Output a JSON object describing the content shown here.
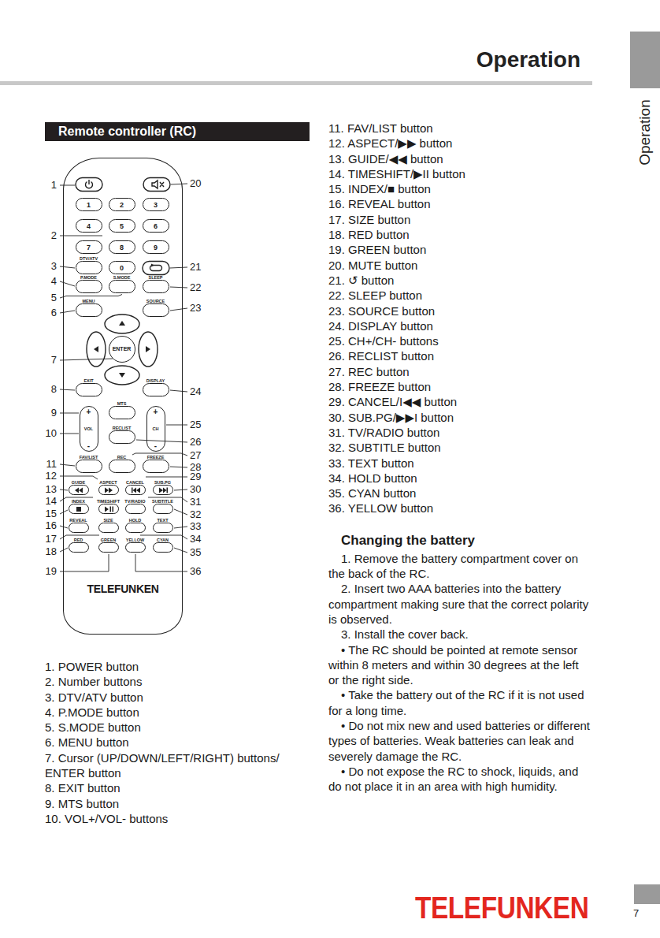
{
  "diagram": {
    "title": "Operation",
    "nodes": [
      {
        "text": [
          "Remote controller (RC)"
        ]
      },
      {
        "text": [
          "TELEFUNKEN"
        ]
      },
      {
        "text": [
          "1"
        ],
        "in": 1
      },
      {
        "text": [
          "2"
        ],
        "in": 1
      },
      {
        "text": [
          "3"
        ],
        "in": 1
      },
      {
        "text": [
          "4"
        ],
        "in": 1
      },
      {
        "text": [
          "5"
        ],
        "in": 1
      },
      {
        "text": [
          "6"
        ],
        "in": 1
      },
      {
        "text": [
          "7"
        ],
        "in": 1
      },
      {
        "text": [
          "8"
        ],
        "in": 1
      },
      {
        "text": [
          "9"
        ],
        "in": 1
      },
      {
        "text": [
          "DTV/ATV"
        ],
        "in": 1
      },
      {
        "text": [
          "0"
        ],
        "in": 1
      },
      {
        "text": [
          "P.MODE"
        ],
        "in": 1
      },
      {
        "text": [
          "S.MODE"
        ],
        "in": 1
      },
      {
        "text": [
          "SLEEP"
        ],
        "in": 1
      },
      {
        "text": [
          "MENU"
        ],
        "in": 1
      },
      {
        "text": [
          "SOURCE"
        ],
        "in": 1
      },
      {
        "text": [
          "ENTER"
        ],
        "in": 1
      },
      {
        "text": [
          "EXIT"
        ],
        "in": 1
      },
      {
        "text": [
          "DISPLAY"
        ],
        "in": 1
      },
      {
        "text": [
          "+",
          "VOL",
          "-"
        ],
        "in": 1
      },
      {
        "text": [
          "MTS"
        ],
        "in": 1
      },
      {
        "text": [
          "+",
          "CH",
          "-"
        ],
        "in": 1
      },
      {
        "text": [
          "RECLIST"
        ],
        "in": 1
      },
      {
        "text": [
          "FAV/LIST"
        ],
        "in": 1
      },
      {
        "text": [
          "REC"
        ],
        "in": 1
      },
      {
        "text": [
          "FREEZE"
        ],
        "in": 1
      },
      {
        "text": [
          "GUIDE"
        ],
        "in": 1
      },
      {
        "text": [
          "ASPECT"
        ],
        "in": 1
      },
      {
        "text": [
          "CANCEL"
        ],
        "in": 1
      },
      {
        "text": [
          "SUB.PG"
        ],
        "in": 1
      },
      {
        "text": [
          "INDEX"
        ],
        "in": 1
      },
      {
        "text": [
          "TIMESHIFT"
        ],
        "in": 1
      },
      {
        "text": [
          "TV/RADIO"
        ],
        "in": 1
      },
      {
        "text": [
          "SUBTITLE"
        ],
        "in": 1
      },
      {
        "text": [
          "REVEAL"
        ],
        "in": 1
      },
      {
        "text": [
          "SIZE"
        ],
        "in": 1
      },
      {
        "text": [
          "HOLD"
        ],
        "in": 1
      },
      {
        "text": [
          "TEXT"
        ],
        "in": 1
      },
      {
        "text": [
          "RED"
        ],
        "in": 1
      },
      {
        "text": [
          "GREEN"
        ],
        "in": 1
      },
      {
        "text": [
          "YELLOW"
        ],
        "in": 1
      },
      {
        "text": [
          "CYAN"
        ],
        "in": 1
      }
    ],
    "labels": [
      "1",
      "2",
      "3",
      "4",
      "5",
      "6",
      "7",
      "8",
      "9",
      "10",
      "11",
      "12",
      "13",
      "14",
      "15",
      "16",
      "17",
      "18",
      "19",
      "20",
      "21",
      "22",
      "23",
      "24",
      "25",
      "26",
      "27",
      "28",
      "29",
      "30",
      "31",
      "32",
      "33",
      "34",
      "35",
      "36",
      "1. POWER button",
      "2. Number buttons",
      "3. DTV/ATV button",
      "4. P.MODE button",
      "5. S.MODE button",
      "6. MENU button",
      "7. Cursor (UP/DOWN/LEFT/RIGHT) buttons/ ENTER button",
      "8. EXIT button",
      "9. MTS button",
      "10. VOL+/VOL- buttons",
      "11. FAV/LIST button",
      "12. ASPECT/▶▶ button",
      "13. GUIDE/◀◀ button",
      "14. TIMESHIFT/▶II button",
      "15. INDEX/■ button",
      "16. REVEAL button",
      "17. SIZE button",
      "18. RED button",
      "19. GREEN button",
      "20. MUTE button",
      "21. ↺ button",
      "22. SLEEP button",
      "23. SOURCE button",
      "24. DISPLAY button",
      "25. CH+/CH- buttons",
      "26. RECLIST button",
      "27. REC button",
      "28. FREEZE button",
      "29. CANCEL/I◀◀ button",
      "30. SUB.PG/▶▶I button",
      "31. TV/RADIO button",
      "32. SUBTITLE button",
      "33. TEXT button",
      "34. HOLD button",
      "35. CYAN button",
      "36. YELLOW button",
      "Changing the battery",
      "1. Remove the battery compartment cover on the back of the RC.",
      "2. Insert two AAA batteries into the battery compartment making sure that the correct polarity is observed.",
      "3. Install the cover back.",
      "• The RC should be pointed at remote sensor within 8 meters and within 30 degrees at the left or the right side.",
      "• Take the battery out of the RC if it is not used for a long time.",
      "• Do not mix new and used batteries or different types of batteries. Weak batteries can leak and severely damage the RC.",
      "• Do not expose the RC to shock, liquids, and do not place it in an area with high humidity.",
      "Operation",
      "TELEFUNKEN",
      "7"
    ]
  }
}
